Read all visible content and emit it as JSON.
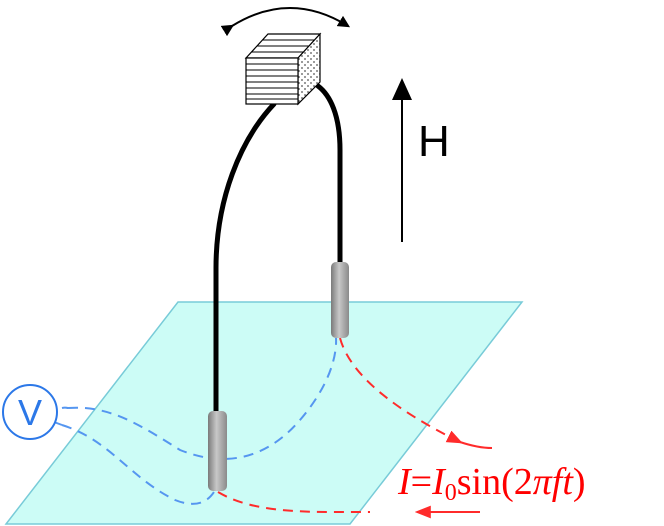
{
  "labels": {
    "field": "H",
    "voltmeter": "V"
  },
  "formula": {
    "lhs": "I",
    "equals": "=",
    "amp": "I",
    "amp_sub": "0",
    "func_open": "sin(2",
    "pi": "π",
    "f": "f",
    "t": "t",
    "close": ")"
  },
  "colors": {
    "sheet_fill": "#ccfcf6",
    "sheet_stroke": "#78cbd8",
    "dashed_blue": "#5596f0",
    "dashed_red": "#ff2b2b",
    "formula": "#ff0000",
    "voltmeter": "#2c78e8",
    "wire": "#000000",
    "probe": "#9a9a9a"
  },
  "icons": {
    "rotation_arrow": "curved-double-arrow",
    "field_arrow": "arrow-up",
    "magnet": "striped-cube"
  }
}
